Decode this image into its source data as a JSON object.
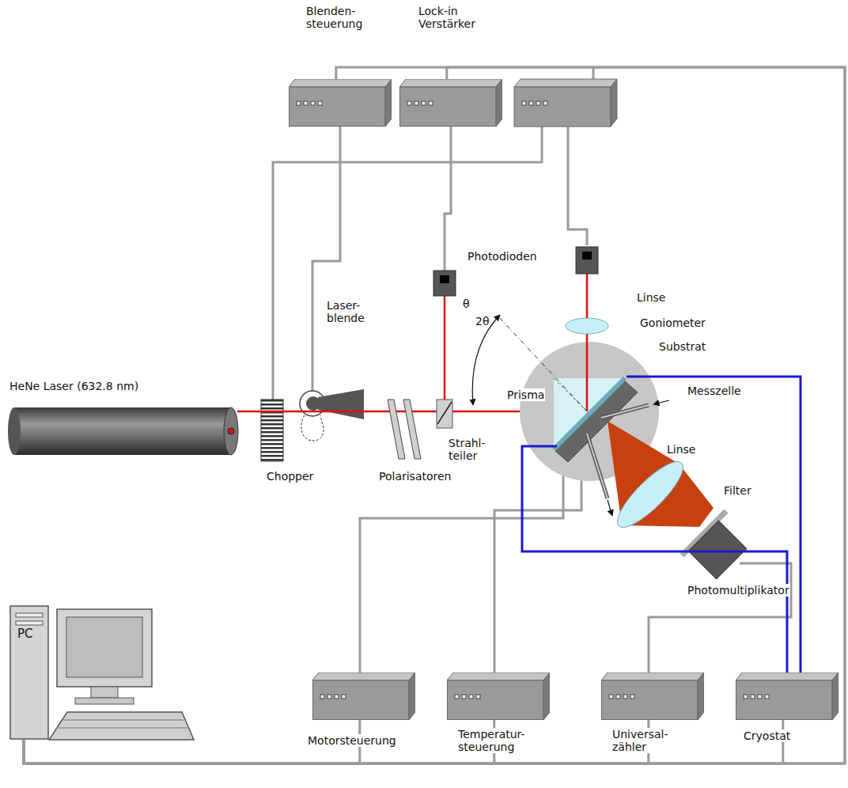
{
  "diagram": {
    "nodes": [
      {
        "text": [
          "Blenden- steuerung"
        ]
      },
      {
        "text": [
          "Lock-in Verstärker"
        ]
      },
      {
        "text": [
          "HeNe Laser (632.8 nm)"
        ]
      },
      {
        "text": [
          "PC"
        ]
      },
      {
        "text": [
          "Motorsteuerung"
        ]
      },
      {
        "text": [
          "Temperatur- steuerung"
        ]
      },
      {
        "text": [
          "Universal- zähler"
        ]
      },
      {
        "text": [
          "Cryostat"
        ]
      }
    ],
    "edges": [
      {
        "from": 3,
        "to": 0,
        "arrow": "none"
      },
      {
        "from": 3,
        "to": 1,
        "arrow": "none"
      },
      {
        "from": 3,
        "to": 4,
        "arrow": "none"
      },
      {
        "from": 3,
        "to": 5,
        "arrow": "none"
      },
      {
        "from": 3,
        "to": 6,
        "arrow": "none"
      },
      {
        "from": 3,
        "to": 7,
        "arrow": "none"
      }
    ],
    "labels": [
      "Photodioden",
      "θ",
      "2θ",
      "Linse",
      "Goniometer",
      "Substrat",
      "Laser- blende",
      "Prisma",
      "Messzelle",
      "Linse",
      "Filter",
      "Chopper",
      "Polarisatoren",
      "Strahl- teiler",
      "Photomultiplikator"
    ]
  }
}
